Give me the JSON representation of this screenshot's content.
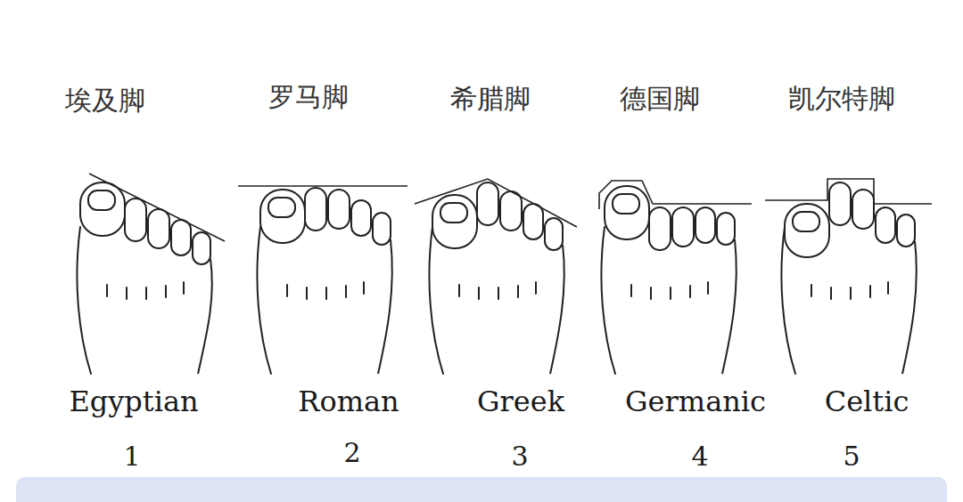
{
  "diagram": {
    "labels": [
      "埃及脚",
      "罗马脚",
      "希腊脚",
      "德国脚",
      "凯尔特脚",
      "Egyptian",
      "Roman",
      "Greek",
      "Germanic",
      "Celtic",
      "1",
      "2",
      "3",
      "4",
      "5"
    ]
  }
}
